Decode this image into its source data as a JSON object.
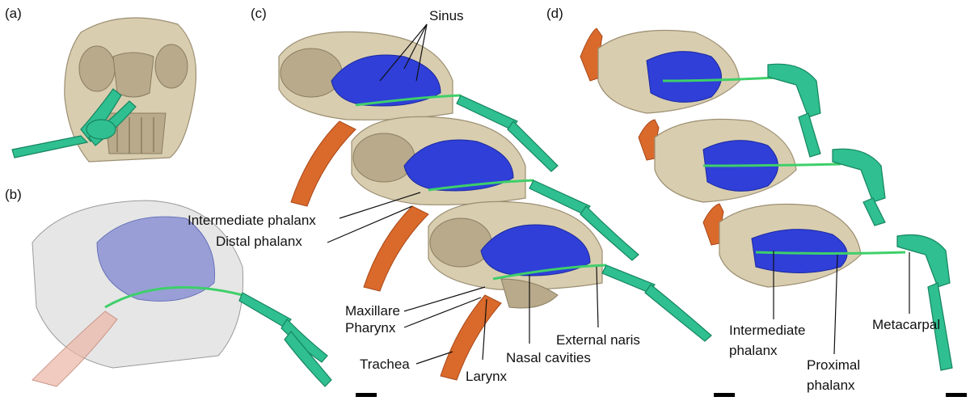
{
  "figure": {
    "panels": [
      {
        "letter": "(a)"
      },
      {
        "letter": "(b)"
      },
      {
        "letter": "(c)"
      },
      {
        "letter": "(d)"
      }
    ],
    "labels_c": {
      "sinus": "Sinus",
      "intermediate_phalanx": "Intermediate phalanx",
      "distal_phalanx": "Distal phalanx",
      "maxillare": "Maxillare",
      "pharynx": "Pharynx",
      "trachea": "Trachea",
      "larynx": "Larynx",
      "nasal_cavities": "Nasal cavities",
      "external_naris": "External naris"
    },
    "labels_d": {
      "intermediate_line1": "Intermediate",
      "intermediate_line2": "phalanx",
      "proximal_line1": "Proximal",
      "proximal_line2": "phalanx",
      "metacarpal": "Metacarpal"
    },
    "colors": {
      "bone": "#d9cdb0",
      "sinus": "#2f3fd8",
      "trachea": "#d96a2b",
      "paw": "#2fbf90",
      "tube": "#3ecf6a"
    }
  }
}
